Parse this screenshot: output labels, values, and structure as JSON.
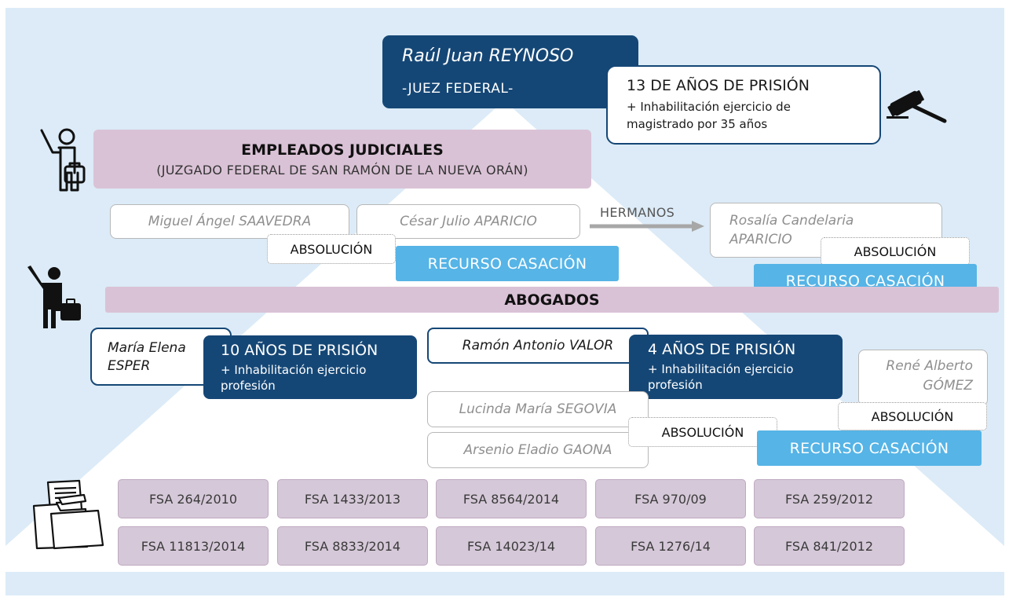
{
  "judge": {
    "name": "Raúl Juan REYNOSO",
    "role": "-JUEZ FEDERAL-"
  },
  "judge_sentence": {
    "title": "13 DE AÑOS DE PRISIÓN",
    "line1": "+ Inhabilitación ejercicio de",
    "line2": "magistrado por 35 años"
  },
  "employees": {
    "heading": "EMPLEADOS JUDICIALES",
    "subheading": "(JUZGADO FEDERAL DE SAN RAMÓN DE LA NUEVA ORÁN)",
    "person1": "Miguel Ángel SAAVEDRA",
    "person2": "César Julio APARICIO",
    "arrow_label": "HERMANOS",
    "person3_line1": "Rosalía Candelaria",
    "person3_line2": "APARICIO",
    "absolution1": "ABSOLUCIÓN",
    "casacion1": "RECURSO CASACIÓN",
    "absolution2": "ABSOLUCIÓN",
    "casacion2": "RECURSO CASACIÓN"
  },
  "lawyers": {
    "heading": "ABOGADOS",
    "esper_line1": "María Elena",
    "esper_line2": "ESPER",
    "esper_sentence": {
      "title": "10 AÑOS DE PRISIÓN",
      "line1": "+ Inhabilitación ejercicio",
      "line2": "profesión"
    },
    "valor": "Ramón Antonio VALOR",
    "valor_sentence": {
      "title": "4 AÑOS DE PRISIÓN",
      "line1": "+ Inhabilitación ejercicio",
      "line2": "profesión"
    },
    "segovia": "Lucinda María SEGOVIA",
    "gaona": "Arsenio Eladio GAONA",
    "absolution3": "ABSOLUCIÓN",
    "gomez_line1": "René Alberto",
    "gomez_line2": "GÓMEZ",
    "absolution4": "ABSOLUCIÓN",
    "casacion3": "RECURSO CASACIÓN"
  },
  "case_files": [
    "FSA 264/2010",
    "FSA 1433/2013",
    "FSA 8564/2014",
    "FSA 970/09",
    "FSA 259/2012",
    "FSA 11813/2014",
    "FSA 8833/2014",
    "FSA 14023/14",
    "FSA 1276/14",
    "FSA 841/2012"
  ],
  "icons": [
    "businessman-hailing-icon",
    "gavel-icon",
    "lawyer-with-briefcase-icon",
    "case-folders-icon"
  ],
  "colors": {
    "navy": "#154776",
    "light_blue": "#56b4e6",
    "pink": "#dac2d6",
    "background": "#dcebf7"
  }
}
